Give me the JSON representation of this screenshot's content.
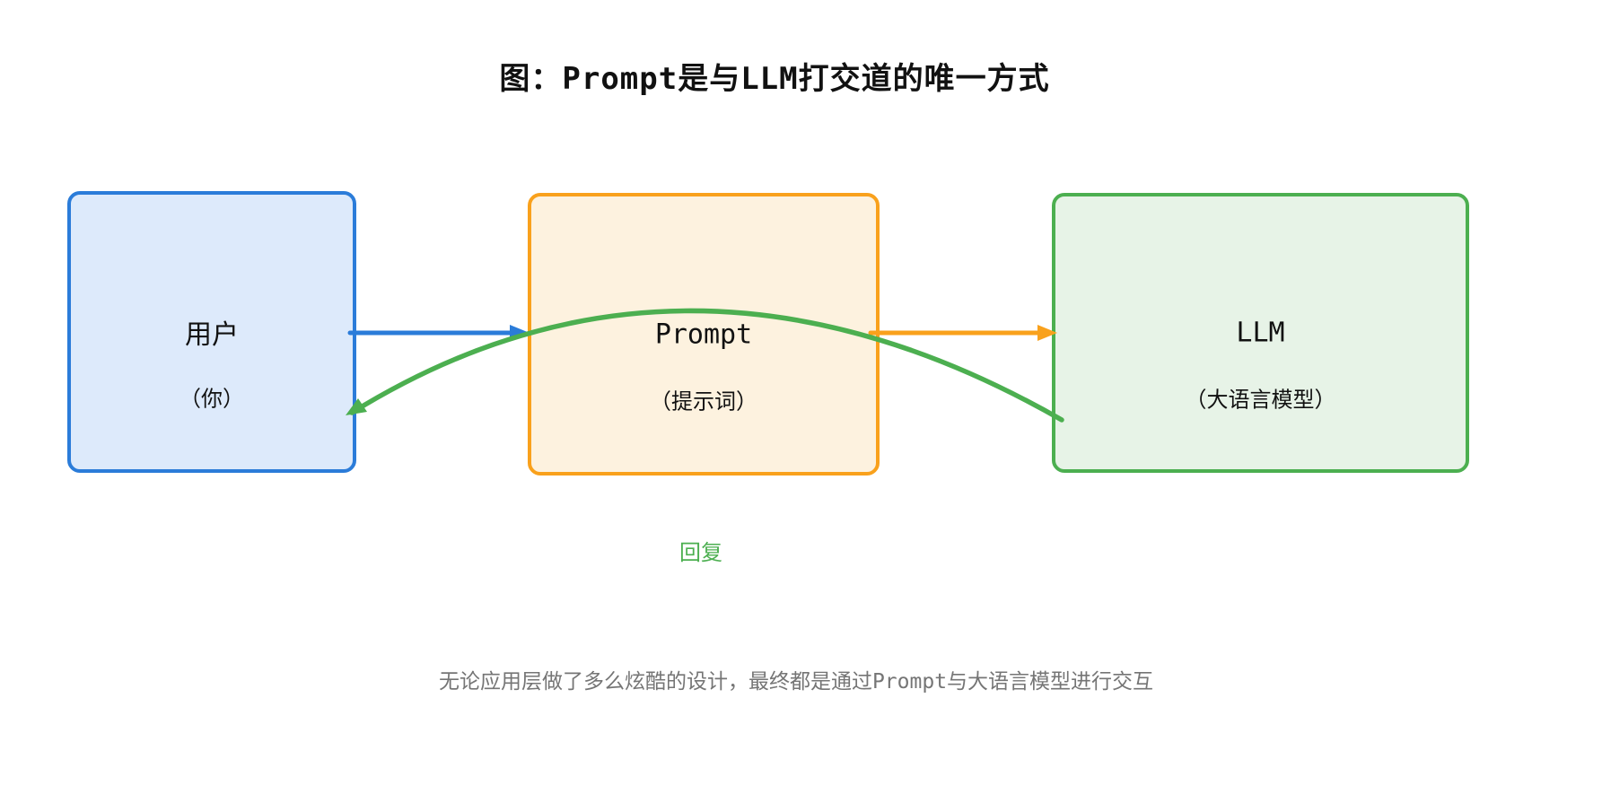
{
  "title": "图：Prompt是与LLM打交道的唯一方式",
  "nodes": [
    {
      "id": "user",
      "label": "用户",
      "sublabel": "（你）",
      "border_color": "#2b7cd9",
      "fill_color": "#ddeafb"
    },
    {
      "id": "prompt",
      "label": "Prompt",
      "sublabel": "（提示词）",
      "border_color": "#f9a11c",
      "fill_color": "#fdf2df"
    },
    {
      "id": "llm",
      "label": "LLM",
      "sublabel": "（大语言模型）",
      "border_color": "#4caf50",
      "fill_color": "#e7f3e7"
    }
  ],
  "edges": [
    {
      "from": "user",
      "to": "prompt",
      "color": "#2b7cd9"
    },
    {
      "from": "prompt",
      "to": "llm",
      "color": "#f9a11c"
    },
    {
      "from": "llm",
      "to": "user",
      "color": "#4caf50",
      "label": "回复"
    }
  ],
  "caption": "无论应用层做了多么炫酷的设计，最终都是通过Prompt与大语言模型进行交互"
}
